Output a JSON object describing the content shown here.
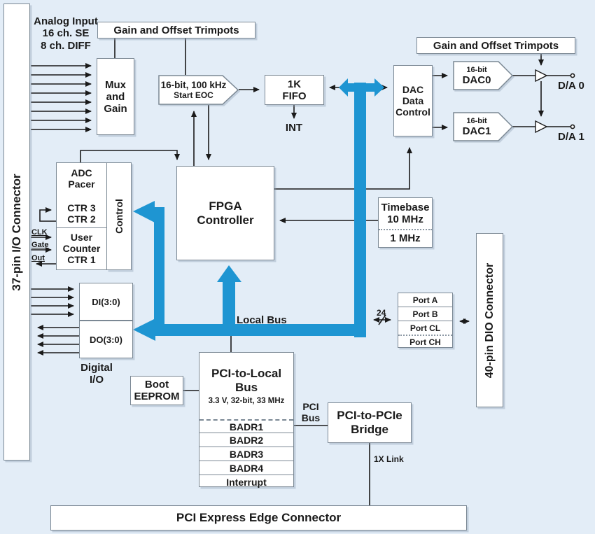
{
  "colors": {
    "background": "#e3edf7",
    "bus_blue": "#1e95d2",
    "box_border": "#7b8894",
    "text": "#1a1a1a"
  },
  "connectors": {
    "io37": "37-pin I/O Connector",
    "dio40": "40-pin DIO Connector",
    "edge": "PCI Express Edge Connector"
  },
  "analog_input": {
    "line1": "Analog Input",
    "line2": "16 ch. SE",
    "line3": "8 ch. DIFF"
  },
  "trimpots_left": "Gain and Offset Trimpots",
  "trimpots_right": "Gain and Offset Trimpots",
  "mux": {
    "line1": "Mux",
    "line2": "and",
    "line3": "Gain"
  },
  "adc": {
    "line1": "16-bit, 100 kHz",
    "line2": "Start EOC"
  },
  "fifo": {
    "line1": "1K",
    "line2": "FIFO"
  },
  "int_label": "INT",
  "dac_control": {
    "line1": "DAC",
    "line2": "Data",
    "line3": "Control"
  },
  "dac0": {
    "line1": "16-bit",
    "line2": "DAC0"
  },
  "dac1": {
    "line1": "16-bit",
    "line2": "DAC1"
  },
  "da0_label": "D/A 0",
  "da1_label": "D/A 1",
  "adc_pacer": {
    "line1": "ADC",
    "line2": "Pacer",
    "ctr3": "CTR 3",
    "ctr2": "CTR 2",
    "user1": "User",
    "user2": "Counter",
    "ctr1": "CTR 1",
    "control": "Control"
  },
  "counter_pins": {
    "clk": "CLK",
    "gate": "Gate",
    "out": "Out"
  },
  "fpga": {
    "line1": "FPGA",
    "line2": "Controller"
  },
  "timebase": {
    "line1": "Timebase",
    "line2": "10 MHz",
    "line3": "1 MHz"
  },
  "digital": {
    "di": "DI(3:0)",
    "do": "DO(3:0)",
    "label1": "Digital",
    "label2": "I/O"
  },
  "local_bus_label": "Local Bus",
  "bus_width_label": "24",
  "ports": {
    "a": "Port A",
    "b": "Port B",
    "cl": "Port CL",
    "ch": "Port CH"
  },
  "boot": {
    "line1": "Boot",
    "line2": "EEPROM"
  },
  "pci_local": {
    "title1": "PCI-to-Local",
    "title2": "Bus",
    "subtitle": "3.3 V, 32-bit, 33 MHz",
    "rows": [
      "BADR1",
      "BADR2",
      "BADR3",
      "BADR4",
      "Interrupt"
    ]
  },
  "pci_bus_label": {
    "line1": "PCI",
    "line2": "Bus"
  },
  "bridge": {
    "line1": "PCI-to-PCIe",
    "line2": "Bridge"
  },
  "link_label": "1X Link"
}
